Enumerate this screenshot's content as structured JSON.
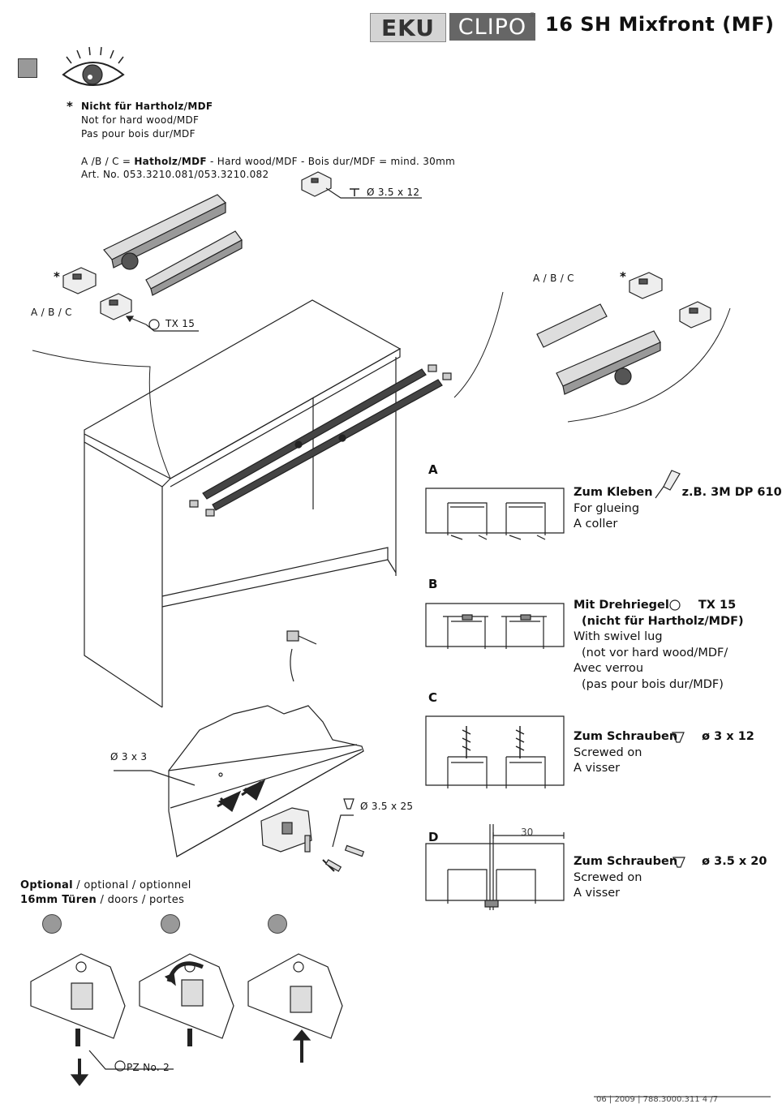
{
  "header": {
    "brand1": "EKU",
    "brand2": "CLIPO",
    "registered": "®",
    "title": "16 SH Mixfront (MF)"
  },
  "notes": {
    "star": "*",
    "line1": "Nicht für Hartholz/MDF",
    "line2": "Not for hard wood/MDF",
    "line3": "Pas pour bois dur/MDF",
    "abc_prefix": "A /B / C =",
    "abc_bold": "Hatholz/MDF",
    "abc_rest": "- Hard wood/MDF - Bois dur/MDF = mind. 30mm",
    "art_no": "Art. No. 053.3210.081/053.3210.082"
  },
  "callouts": {
    "screw_top": "Ø 3.5 x 12",
    "tx15": "TX 15",
    "abc_left": "A / B / C",
    "abc_right": "A / B / C",
    "star_left": "*",
    "star_right": "*",
    "d3x3": "Ø 3 x 3",
    "screw_bottom": "Ø 3.5 x 25",
    "pz": "PZ No. 2"
  },
  "variants": [
    {
      "letter": "A",
      "heading": "Zum Kleben",
      "extra": "z.B. 3M DP 610",
      "lines": [
        "For glueing",
        "A coller"
      ]
    },
    {
      "letter": "B",
      "heading": "Mit Drehriegel",
      "extra": "TX 15",
      "sub": "(nicht für Hartholz/MDF)",
      "lines": [
        "With swivel lug",
        "(not vor hard wood/MDF/",
        "Avec verrou",
        "(pas pour bois dur/MDF)"
      ]
    },
    {
      "letter": "C",
      "heading": "Zum Schrauben",
      "extra": "ø 3 x 12",
      "lines": [
        "Screwed on",
        "A visser"
      ]
    },
    {
      "letter": "D",
      "heading": "Zum Schrauben",
      "extra": "ø 3.5 x 20",
      "lines": [
        "Screwed on",
        "A visser"
      ],
      "dimension": "30"
    }
  ],
  "optional": {
    "line1_bold": "Optional",
    "line1_rest": "/ optional / optionnel",
    "line2_bold": "16mm Türen",
    "line2_rest": "/ doors / portes"
  },
  "footer": "06 | 2009 | 788.3000.311   4 /7"
}
